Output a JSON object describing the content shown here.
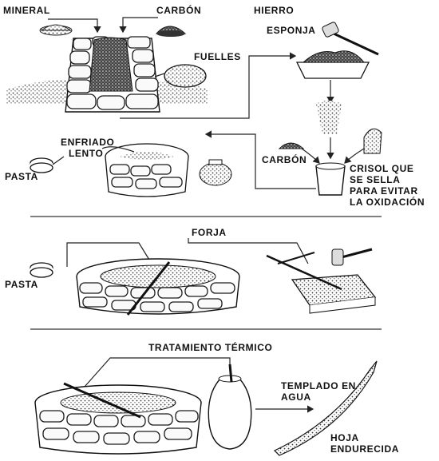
{
  "labels": {
    "mineral": "MINERAL",
    "carbon_top": "CARBÓN",
    "hierro": "HIERRO",
    "esponja": "ESPONJA",
    "fuelles": "FUELLES",
    "enfriado": "ENFRIADO",
    "lento": "LENTO",
    "pasta_1": "PASTA",
    "carbon_mid": "CARBÓN",
    "crisol_1": "CRISOL QUE",
    "crisol_2": "SE SELLA",
    "crisol_3": "PARA EVITAR",
    "crisol_4": "LA OXIDACIÓN",
    "forja": "FORJA",
    "pasta_2": "PASTA",
    "tratamiento": "TRATAMIENTO  TÉRMICO",
    "templado_1": "TEMPLADO EN",
    "templado_2": "AGUA",
    "hoja_1": "HOJA",
    "hoja_2": "ENDURECIDA"
  }
}
